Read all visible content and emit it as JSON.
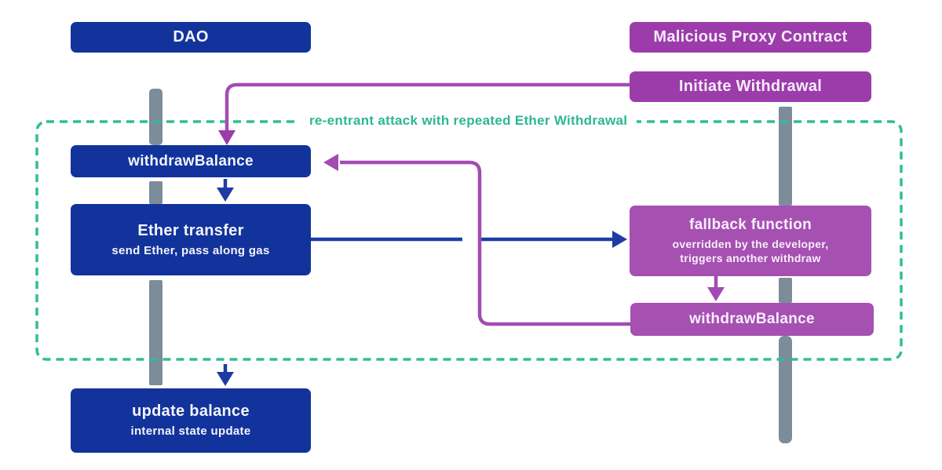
{
  "diagram_title_implicit": "DAO re-entrancy attack sequence diagram",
  "actors": {
    "dao": {
      "label": "DAO"
    },
    "proxy": {
      "label": "Malicious Proxy Contract"
    }
  },
  "boxes": {
    "initiate": {
      "label": "Initiate Withdrawal"
    },
    "withdraw_left": {
      "label": "withdrawBalance"
    },
    "ether_transfer": {
      "title": "Ether transfer",
      "subtitle": "send Ether, pass along gas"
    },
    "fallback": {
      "title": "fallback function",
      "subtitle_line1": "overridden by the developer,",
      "subtitle_line2": "triggers another withdraw"
    },
    "withdraw_right": {
      "label": "withdrawBalance"
    },
    "update_balance": {
      "title": "update balance",
      "subtitle": "internal state update"
    }
  },
  "attack_region": {
    "label": "re-entrant attack with repeated Ether Withdrawal"
  },
  "colors": {
    "dao_blue": "#12339c",
    "proxy_purple": "#9c3cab",
    "inner_purple": "#a650b2",
    "region_teal": "#2ebd97",
    "region_label_teal": "#2cb792",
    "lifeline_gray": "#7d8c99",
    "arrow_blue": "#1e3ca3",
    "arrow_purple": "#a44bb3",
    "background": "#ffffff"
  }
}
